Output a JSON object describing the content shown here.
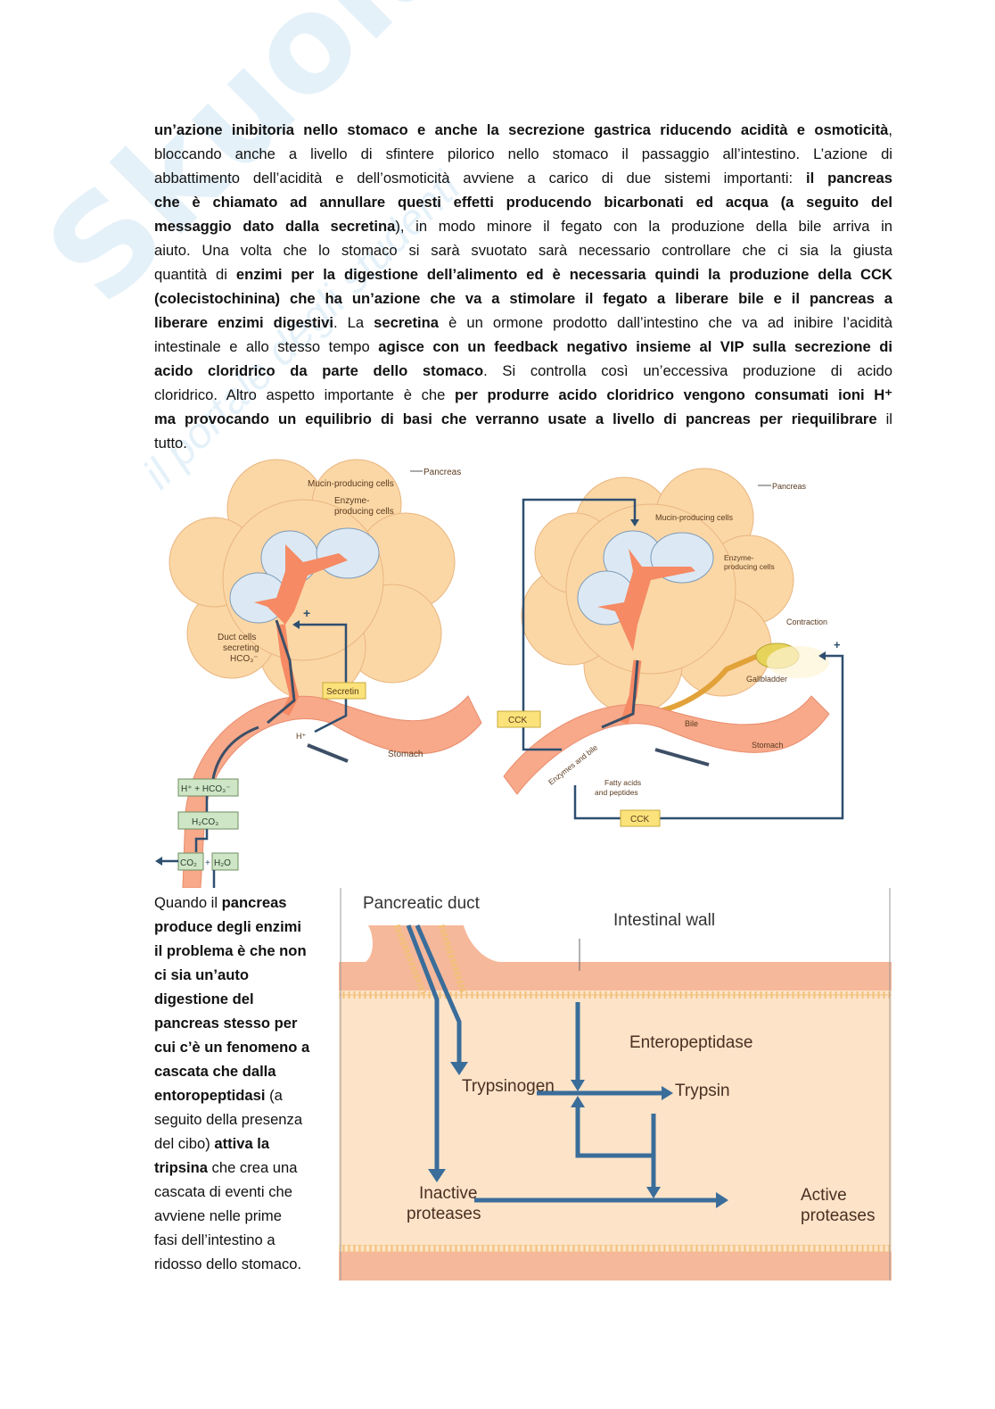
{
  "watermark": {
    "brand": "Skuola.net",
    "tagline": "il portale degli studenti"
  },
  "main_paragraph": [
    [
      {
        "t": "un’azione inibitoria nello stomaco e anche la secrezione gastrica riducendo acidità e osmoticità",
        "b": true
      },
      {
        "t": ",",
        "b": false
      }
    ],
    [
      {
        "t": "bloccando anche a livello di sfintere pilorico nello stomaco il passaggio all’intestino. L’azione di",
        "b": false
      }
    ],
    [
      {
        "t": "abbattimento dell’acidità e dell’osmoticità avviene a carico di due sistemi importanti: ",
        "b": false
      },
      {
        "t": "il pancreas",
        "b": true
      }
    ],
    [
      {
        "t": "che è chiamato ad annullare questi effetti producendo bicarbonati ed acqua (a seguito del",
        "b": true
      }
    ],
    [
      {
        "t": "messaggio dato dalla secretina",
        "b": true
      },
      {
        "t": "), in modo minore il fegato con la produzione della bile arriva in",
        "b": false
      }
    ],
    [
      {
        "t": "aiuto. Una volta che lo stomaco si sarà svuotato sarà necessario controllare che ci sia la giusta",
        "b": false
      }
    ],
    [
      {
        "t": "quantità di ",
        "b": false
      },
      {
        "t": "enzimi per la digestione dell’alimento ed è necessaria quindi la produzione della CCK",
        "b": true
      }
    ],
    [
      {
        "t": "(colecistochinina) che ha un’azione che va a stimolare il fegato a liberare bile e il pancreas a",
        "b": true
      }
    ],
    [
      {
        "t": "liberare enzimi digestivi",
        "b": true
      },
      {
        "t": ". La ",
        "b": false
      },
      {
        "t": "secretina",
        "b": true
      },
      {
        "t": " è un ormone prodotto dall’intestino che va ad inibire l’acidità",
        "b": false
      }
    ],
    [
      {
        "t": "intestinale e allo stesso tempo ",
        "b": false
      },
      {
        "t": "agisce con un feedback negativo insieme al VIP sulla secrezione di",
        "b": true
      }
    ],
    [
      {
        "t": "acido cloridrico da parte dello stomaco",
        "b": true
      },
      {
        "t": ". Si controlla così un’eccessiva produzione di acido",
        "b": false
      }
    ],
    [
      {
        "t": "cloridrico. Altro aspetto importante è che ",
        "b": false
      },
      {
        "t": "per produrre acido cloridrico vengono consumati ioni H⁺",
        "b": true
      }
    ],
    [
      {
        "t": "ma provocando un equilibrio di basi che verranno usate a livello di pancreas per riequilibrare",
        "b": true
      },
      {
        "t": " il",
        "b": false
      }
    ],
    [
      {
        "t": "tutto.",
        "b": false
      }
    ]
  ],
  "side_paragraph": [
    [
      {
        "t": "Quando il ",
        "b": false
      },
      {
        "t": "pancreas",
        "b": true
      }
    ],
    [
      {
        "t": "produce degli enzimi",
        "b": true
      }
    ],
    [
      {
        "t": "il problema è che non",
        "b": true
      }
    ],
    [
      {
        "t": "ci sia un’auto",
        "b": true
      }
    ],
    [
      {
        "t": "digestione del",
        "b": true
      }
    ],
    [
      {
        "t": "pancreas stesso per",
        "b": true
      }
    ],
    [
      {
        "t": "cui c’è un fenomeno a",
        "b": true
      }
    ],
    [
      {
        "t": "cascata che dalla",
        "b": true
      }
    ],
    [
      {
        "t": "entoropeptidasi",
        "b": true
      },
      {
        "t": " (a",
        "b": false
      }
    ],
    [
      {
        "t": "seguito della presenza",
        "b": false
      }
    ],
    [
      {
        "t": "del cibo) ",
        "b": false
      },
      {
        "t": "attiva la",
        "b": true
      }
    ],
    [
      {
        "t": "tripsina",
        "b": true
      },
      {
        "t": " che crea una",
        "b": false
      }
    ],
    [
      {
        "t": "cascata di eventi che",
        "b": false
      }
    ],
    [
      {
        "t": "avviene nelle prime",
        "b": false
      }
    ],
    [
      {
        "t": "fasi dell’intestino a",
        "b": false
      }
    ],
    [
      {
        "t": "ridosso dello stomaco.",
        "b": false
      }
    ]
  ],
  "figure_secretin": {
    "pancreas": "Pancreas",
    "mucin": "Mucin-producing cells",
    "enzyme_1": "Enzyme-",
    "enzyme_2": "producing cells",
    "duct_1": "Duct cells",
    "duct_2": "secreting",
    "duct_3": "HCO₃⁻",
    "plus": "+",
    "secretin": "Secretin",
    "h_ion": "H⁺",
    "stomach": "Stomach",
    "box_1": "H⁺ + HCO₃⁻",
    "box_2": "H₂CO₃",
    "box_3a": "CO₂",
    "box_plus": "+",
    "box_3b": "H₂O"
  },
  "figure_cck": {
    "pancreas": "Pancreas",
    "mucin": "Mucin-producing cells",
    "enzyme_1": "Enzyme-",
    "enzyme_2": "producing cells",
    "contraction": "Contraction",
    "plus": "+",
    "gallbladder": "Gallbladder",
    "bile": "Bile",
    "stomach": "Stomach",
    "cck_top": "CCK",
    "cck_bottom": "CCK",
    "enzymes_bile": "Enzymes and bile",
    "fatty_1": "Fatty acids",
    "fatty_2": "and peptides"
  },
  "figure_trypsin": {
    "pancreatic_duct": "Pancreatic duct",
    "intestinal_wall": "Intestinal wall",
    "enteropeptidase": "Enteropeptidase",
    "trypsinogen": "Trypsinogen",
    "trypsin": "Trypsin",
    "inactive_1": "Inactive",
    "inactive_2": "proteases",
    "active_1": "Active",
    "active_2": "proteases"
  },
  "colors": {
    "arrow": "#3a6d9a",
    "tissue": "#f6b89a",
    "lumen": "#fde3c8",
    "pancreas": "#fbd7a6",
    "label_box": "#fbe27a",
    "green_box": "#cfe6c6"
  }
}
